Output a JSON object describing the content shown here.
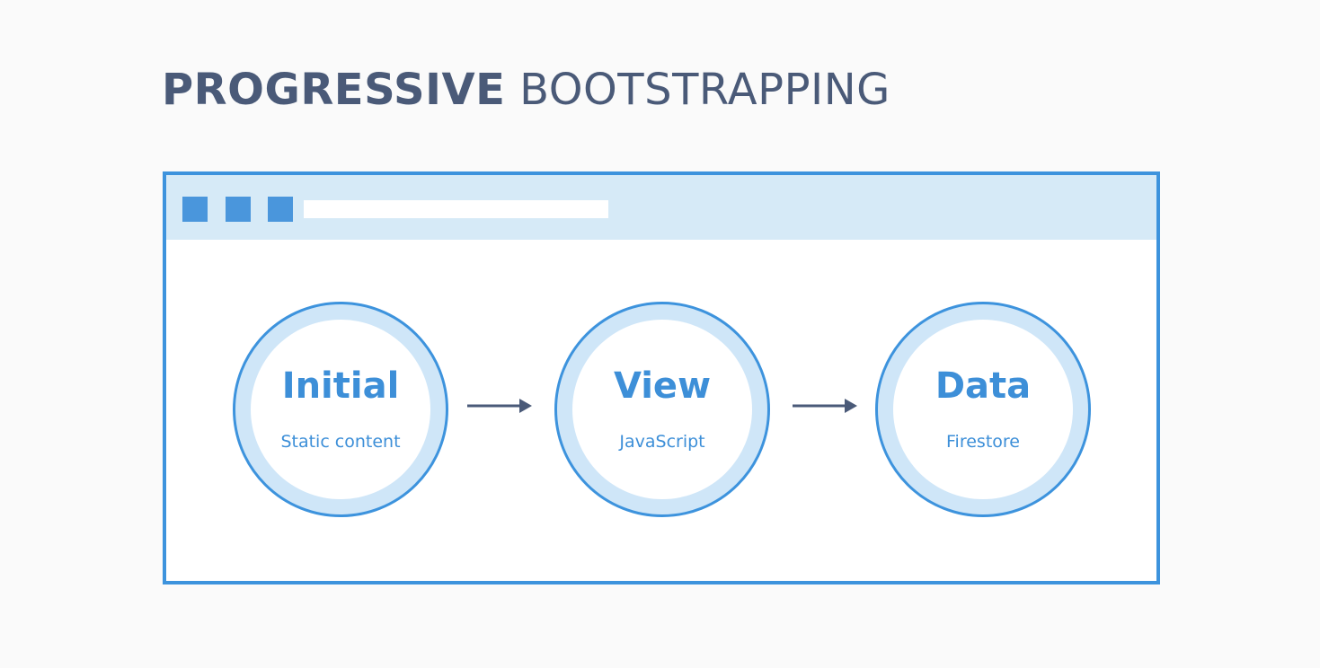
{
  "title": {
    "bold": "PROGRESSIVE",
    "light": "BOOTSTRAPPING"
  },
  "colors": {
    "accent": "#3d93dd",
    "title_text": "#4a5a78",
    "titlebar_bg": "#d6eaf7",
    "ring_fill": "#cfe6f8",
    "arrow": "#4a5a78"
  },
  "stages": [
    {
      "title": "Initial",
      "subtitle": "Static content"
    },
    {
      "title": "View",
      "subtitle": "JavaScript"
    },
    {
      "title": "Data",
      "subtitle": "Firestore"
    }
  ],
  "icons": {
    "arrow": "arrow-right-icon"
  }
}
